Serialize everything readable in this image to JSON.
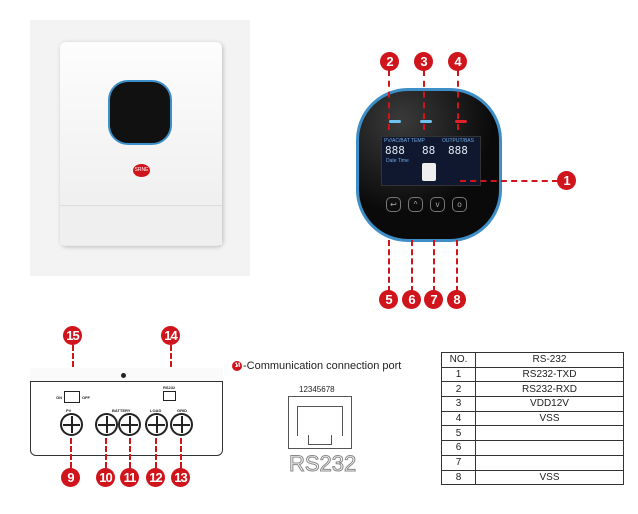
{
  "product_photo": {
    "logo_text": "SRNE"
  },
  "display_closeup": {
    "lcd": {
      "left_title": "PV/AC/BAT TEMP",
      "right_title": "OUTPUT/BAS",
      "left_digits": "888",
      "center_digits": "88",
      "right_digits": "888",
      "sub_label": "Date Time"
    },
    "led_colors": [
      "#6ec3f0",
      "#6ec3f0",
      "#e0202a"
    ],
    "buttons": [
      "back",
      "up",
      "down",
      "enter"
    ]
  },
  "callouts": {
    "c1": "1",
    "c2": "2",
    "c3": "3",
    "c4": "4",
    "c5": "5",
    "c6": "6",
    "c7": "7",
    "c8": "8",
    "c9": "9",
    "c10": "10",
    "c11": "11",
    "c12": "12",
    "c13": "13",
    "c14": "14",
    "c15": "15"
  },
  "bottom_view": {
    "switch_on": "ON",
    "switch_off": "OFF",
    "pv": "PV",
    "battery": "BATTERY",
    "load": "LOAD",
    "grid": "GRID",
    "rs232": "RS232"
  },
  "comm_port": {
    "badge": "14",
    "label": "-Communication connection port",
    "pins": "12345678",
    "name": "RS232"
  },
  "pin_table": {
    "headers": [
      "NO.",
      "RS-232"
    ],
    "rows": [
      [
        "1",
        "RS232-TXD"
      ],
      [
        "2",
        "RS232-RXD"
      ],
      [
        "3",
        "VDD12V"
      ],
      [
        "4",
        "VSS"
      ],
      [
        "5",
        ""
      ],
      [
        "6",
        ""
      ],
      [
        "7",
        ""
      ],
      [
        "8",
        "VSS"
      ]
    ]
  },
  "colors": {
    "callout": "#d0141c",
    "bezel": "#3e8fc8"
  }
}
